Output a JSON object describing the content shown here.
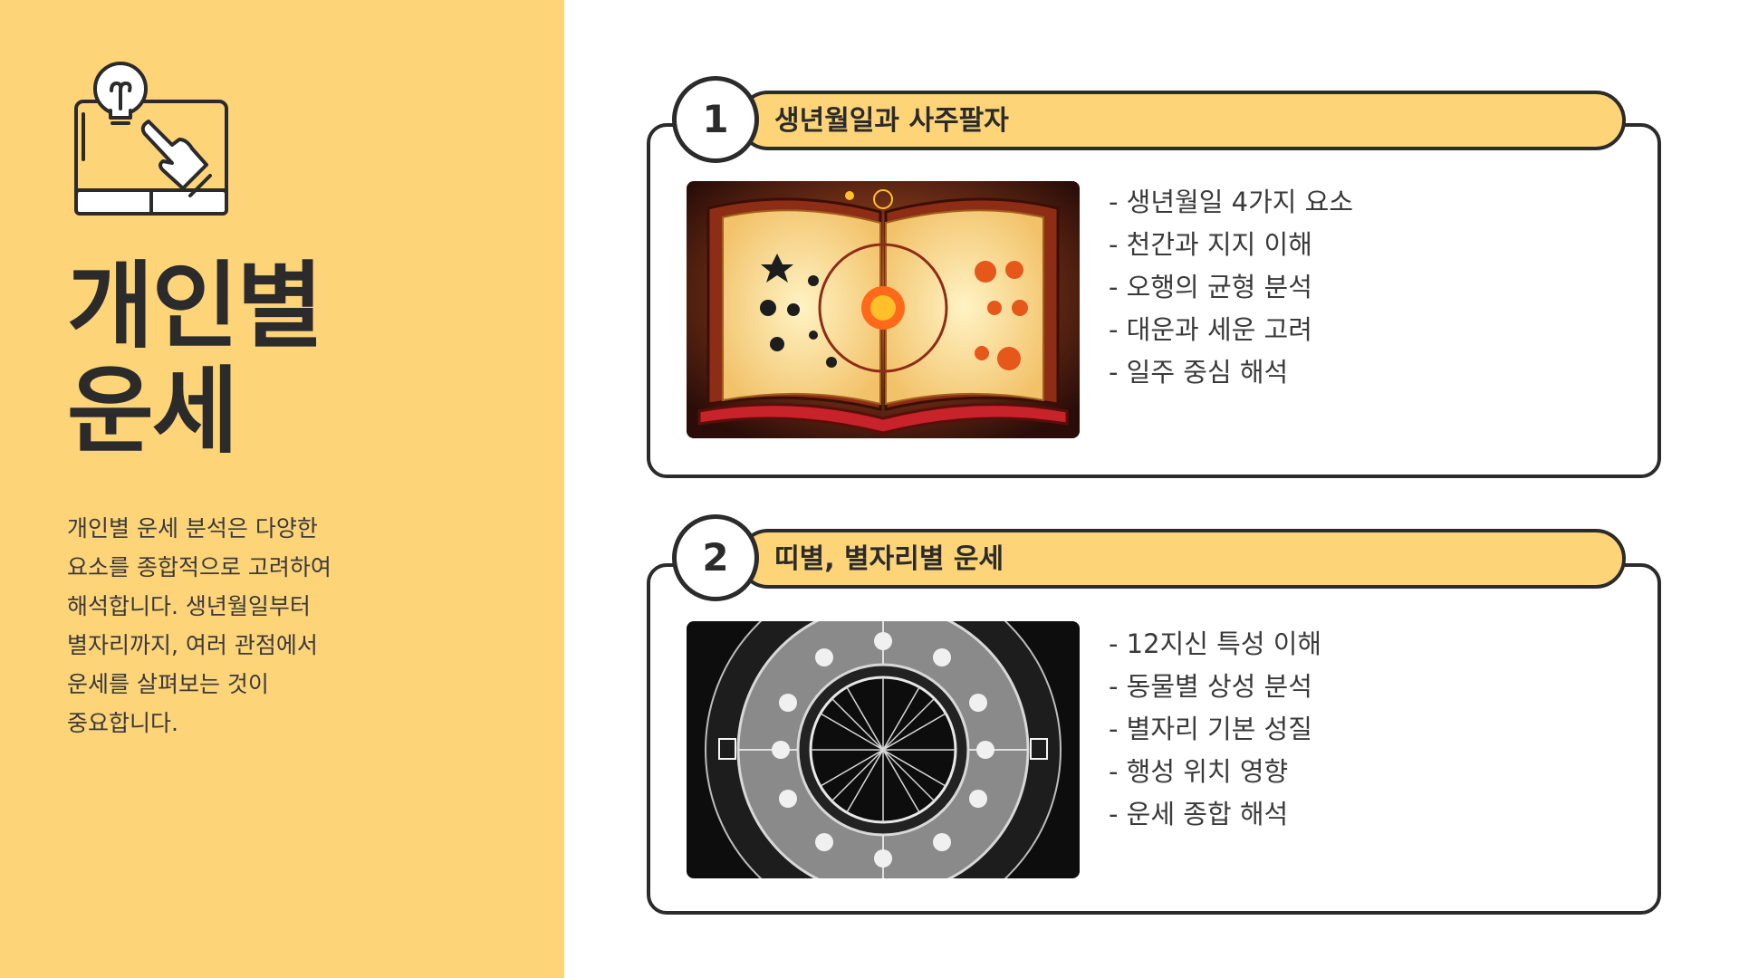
{
  "sidebar": {
    "title_lines": [
      "개인별",
      "운세"
    ],
    "description_lines": [
      "개인별 운세 분석은 다양한",
      "요소를 종합적으로 고려하여",
      "해석합니다. 생년월일부터",
      "별자리까지, 여러 관점에서",
      "운세를 살펴보는 것이",
      "중요합니다."
    ],
    "accent_color": "#fed479"
  },
  "sections": [
    {
      "number": "1",
      "heading": "생년월일과 사주팔자",
      "image_icon": "fortune-book-illustration",
      "bullets": [
        "- 생년월일 4가지 요소",
        "- 천간과 지지 이해",
        "- 오행의 균형 분석",
        "- 대운과 세운 고려",
        "- 일주 중심 해석"
      ]
    },
    {
      "number": "2",
      "heading": "띠별, 별자리별 운세",
      "image_icon": "zodiac-wheel-illustration",
      "bullets": [
        "- 12지신 특성 이해",
        "- 동물별 상성 분석",
        "- 별자리 기본 성질",
        "- 행성 위치 영향",
        "- 운세 종합 해석"
      ]
    }
  ]
}
